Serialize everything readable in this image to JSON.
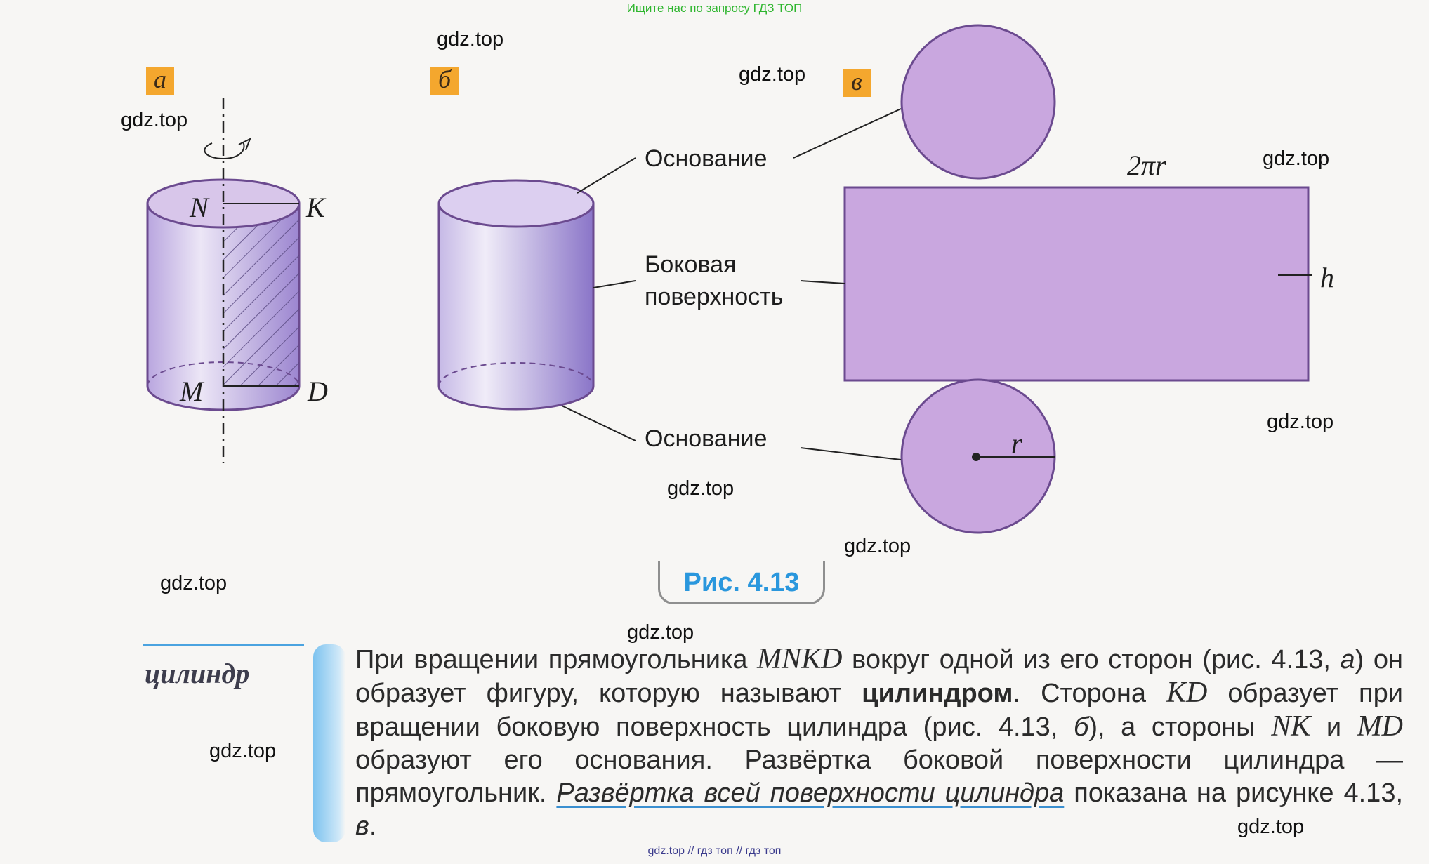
{
  "top_note": "Ищите нас по запросу ГДЗ ТОП",
  "bottom_note": "gdz.top  //  гдз топ  //  гдз топ",
  "watermark": "gdz.top",
  "panels": {
    "a": "а",
    "b": "б",
    "c": "в"
  },
  "cylinder_a_points": {
    "N": "N",
    "K": "K",
    "M": "M",
    "D": "D"
  },
  "labels": {
    "base_top": "Основание",
    "lateral_line1": "Боковая",
    "lateral_line2": "поверхность",
    "base_bottom": "Основание",
    "width": "2πr",
    "height": "h",
    "radius": "r"
  },
  "caption": "Рис.  4.13",
  "margin_term": "цилиндр",
  "paragraph": {
    "s1": "При вращении прямоугольника ",
    "mnkd": "MNKD",
    "s2": " вокруг одной из его сторон (рис. 4.13, ",
    "a": "а",
    "s3": ") он образует фигуру, которую называют ",
    "term": "цилиндром",
    "s4": ". Сторона ",
    "kd": "KD",
    "s5": " образует при вращении боковую поверхность цилиндра (рис. 4.13, ",
    "b": "б",
    "s6": "), а стороны ",
    "nk": "NK",
    "s7": " и ",
    "md": "MD",
    "s8": " образуют его основания. Развёртка боковой поверхности цилиндра — прямоугольник. ",
    "net": "Развёртка всей поверхности цилиндра",
    "s9": " показана на рисунке 4.13, ",
    "c": "в",
    "s10": "."
  },
  "colors": {
    "shape_fill": "#c9a7df",
    "shape_stroke": "#6b4a8f",
    "caption_text": "#2a97dd",
    "accent_bar": "#4ba3e0",
    "badge": "#f4a72e",
    "top_note": "#2db52d"
  }
}
